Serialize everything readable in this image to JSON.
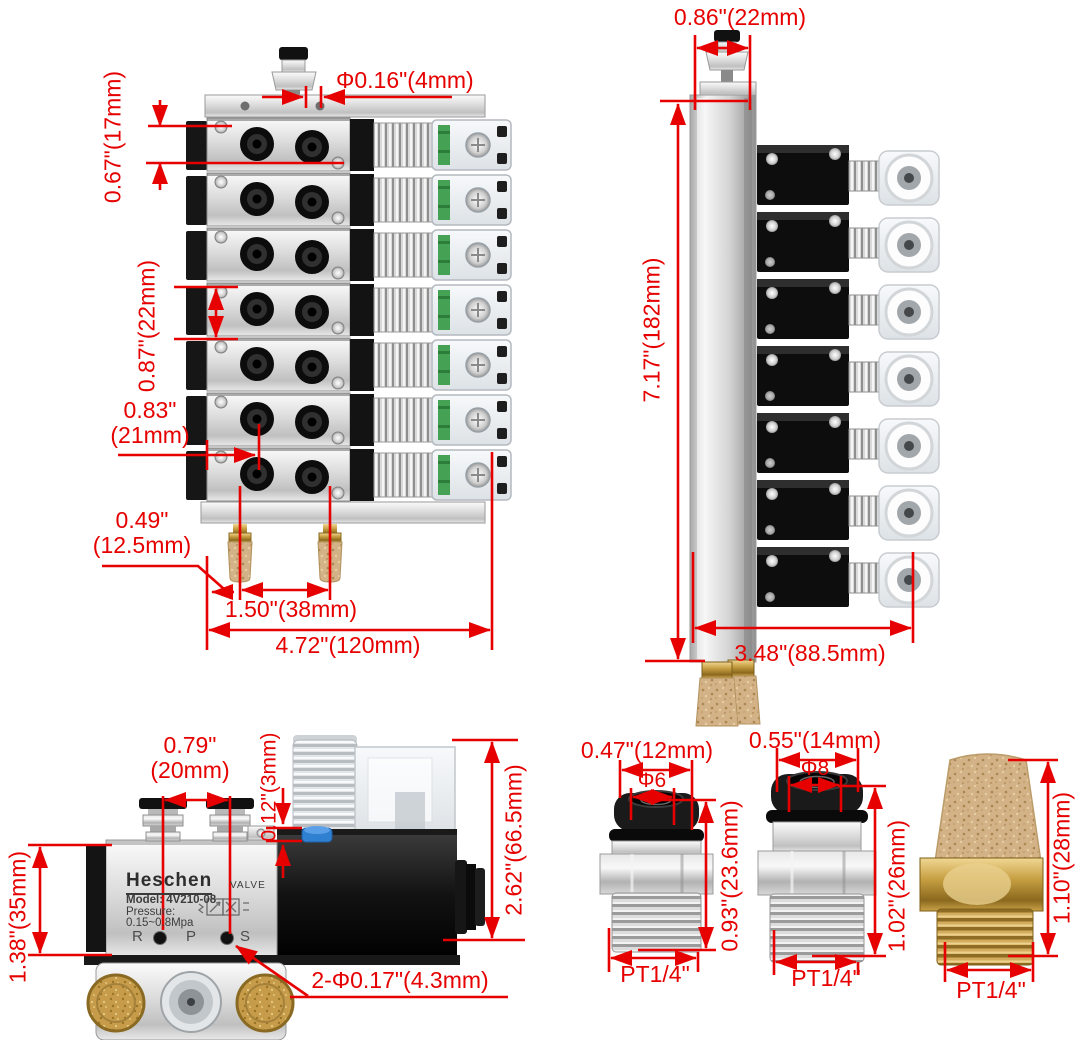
{
  "diagram": {
    "accent_color": "#e60000",
    "background": "#ffffff"
  },
  "front_view": {
    "dim_port_diameter": "Φ0.16\"(4mm)",
    "dim_top_offset": "0.67\"(17mm)",
    "dim_station_pitch": "0.87\"(22mm)",
    "dim_port_offset_line1": "0.83\"",
    "dim_port_offset_line2": "(21mm)",
    "dim_muffler_offset_line1": "0.49\"",
    "dim_muffler_offset_line2": "(12.5mm)",
    "dim_muffler_spacing": "1.50\"(38mm)",
    "dim_total_width": "4.72\"(120mm)"
  },
  "side_view": {
    "dim_top_width": "0.86\"(22mm)",
    "dim_total_height": "7.17\"(182mm)",
    "dim_total_depth": "3.48\"(88.5mm)"
  },
  "valve_detail": {
    "dim_fitting_spacing_line1": "0.79\"",
    "dim_fitting_spacing_line2": "(20mm)",
    "dim_plate_thickness": "0.12\"(3mm)",
    "dim_body_height": "1.38\"(35mm)",
    "dim_total_height": "2.62\"(66.5mm)",
    "dim_mounting_holes": "2-Φ0.17\"(4.3mm)",
    "brand": "Heschen",
    "valve_word": "VALVE",
    "model": "Model: 4V210-08",
    "pressure_label": "Pressure:",
    "pressure_value": "0.15~0.8Mpa",
    "port_r": "R",
    "port_p": "P",
    "port_s": "S"
  },
  "fittings": {
    "fitting_6mm": {
      "dim_width": "0.47\"(12mm)",
      "dim_bore": "Φ6",
      "dim_height": "0.93\"(23.6mm)",
      "dim_thread": "PT1/4\""
    },
    "fitting_8mm": {
      "dim_width": "0.55\"(14mm)",
      "dim_bore": "Φ8",
      "dim_height": "1.02\"(26mm)",
      "dim_thread": "PT1/4\""
    },
    "muffler": {
      "dim_height": "1.10\"(28mm)",
      "dim_thread": "PT1/4\""
    }
  }
}
